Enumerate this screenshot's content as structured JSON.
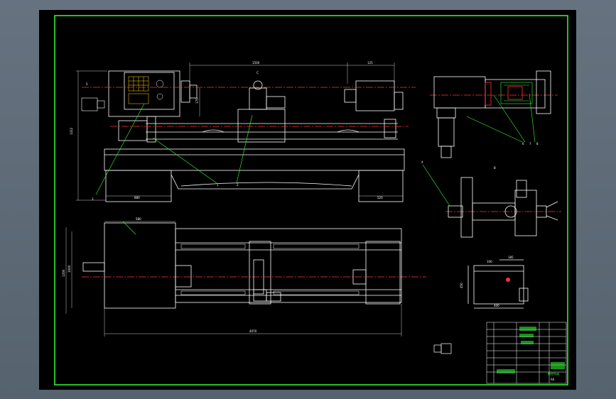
{
  "colors": {
    "background": "#5c6a78",
    "sheet": "#000000",
    "frame": "#33ff33",
    "geometry": "#ffffff",
    "centerline": "#ff3333",
    "leader": "#33ff33",
    "accent": "#ff3333"
  },
  "drawing": {
    "balloons": {
      "b1": "1",
      "b2": "2",
      "b3": "3",
      "b4": "4",
      "b5": "5",
      "b6": "6",
      "b7": "7",
      "b8": "8"
    },
    "dimensions": {
      "top_length": "1500",
      "top_right": "125",
      "left_height": "1412",
      "bottom_left": "880",
      "bottom_right": "520",
      "mid_small": "175",
      "plan_width": "580",
      "plan_total": "4070",
      "plan_height": "1200",
      "plan_height_inner": "1000",
      "detail_width": "400",
      "detail_height": "450",
      "detail_top": "185",
      "detail_small": "100"
    },
    "view_labels": {
      "section_c": "C",
      "detail_b": "B"
    },
    "title_block": {
      "drawing_title": "数控车床",
      "drawing_no": "A0"
    }
  }
}
